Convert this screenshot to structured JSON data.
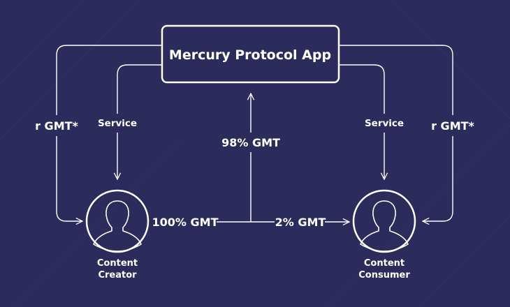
{
  "app": {
    "title": "Mercury Protocol App"
  },
  "flows": {
    "left_reward": "r GMT*",
    "right_reward": "r GMT*",
    "left_service": "Service",
    "right_service": "Service",
    "app_share": "98% GMT",
    "creator_payment": "100% GMT",
    "consumer_share": "2% GMT"
  },
  "actors": {
    "creator": {
      "line1": "Content",
      "line2": "Creator"
    },
    "consumer": {
      "line1": "Content",
      "line2": "Consumer"
    }
  },
  "colors": {
    "background": "#2a2d5c",
    "foreground": "#ffffff"
  }
}
